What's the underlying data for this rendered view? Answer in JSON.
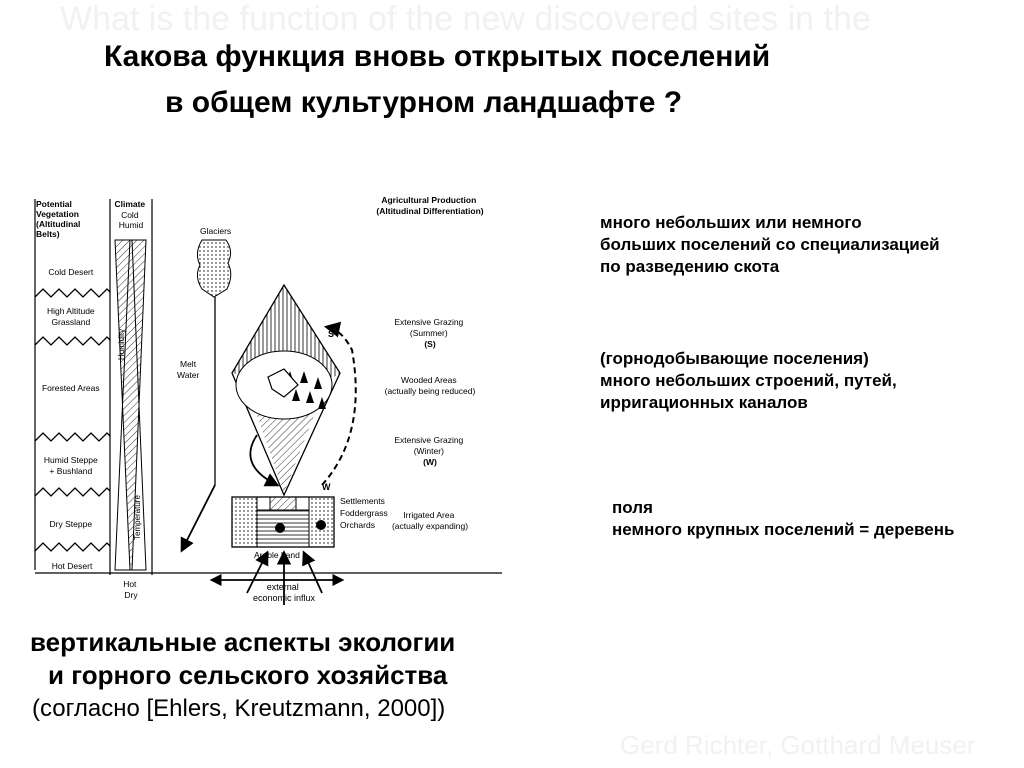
{
  "title": {
    "line1": "Какова функция вновь открытых поселений",
    "line2": "в общем культурном ландшафте ?"
  },
  "notes": [
    "много небольших или немного\nбольших поселений со специализацией\nпо разведению скота",
    "(горнодобывающие поселения)\nмного небольших строений, путей,\nирригационных каналов",
    "поля\nнемного крупных поселений = деревень"
  ],
  "caption": {
    "line1": "вертикальные аспекты экологии",
    "line2": "и горного сельского хозяйства",
    "line3": "(согласно [Ehlers, Kreutzmann, 2000])"
  },
  "diagram": {
    "col_vegetation": [
      "Potential",
      "Vegetation",
      "(Altitudinal",
      "Belts)"
    ],
    "col_climate": [
      "Climate",
      "Cold",
      "Humid"
    ],
    "climate_bottom": [
      "Hot",
      "Dry"
    ],
    "humidity": "Humidity",
    "temperature": "Temperature",
    "belts": [
      "Cold Desert",
      "High Altitude",
      "Grassland",
      "Forested Areas",
      "Humid Steppe",
      "+ Bushland",
      "Dry Steppe",
      "Hot Desert"
    ],
    "glaciers": "Glaciers",
    "melt": [
      "Melt",
      "Water"
    ],
    "s": "S",
    "w": "W",
    "agri_header": [
      "Agricultural Production",
      "(Altitudinal Differentiation)"
    ],
    "ext_summer": [
      "Extensive Grazing",
      "(Summer)",
      "(S)"
    ],
    "wooded": [
      "Wooded Areas",
      "(actually being reduced)"
    ],
    "ext_winter": [
      "Extensive Grazing",
      "(Winter)",
      "(W)"
    ],
    "irrigated": [
      "Irrigated Area",
      "(actually expanding)"
    ],
    "settlements": [
      "Settlements",
      "Foddergrass",
      "Orchards"
    ],
    "arable": "Arable Land",
    "influx": [
      "external",
      "economic influx"
    ]
  }
}
